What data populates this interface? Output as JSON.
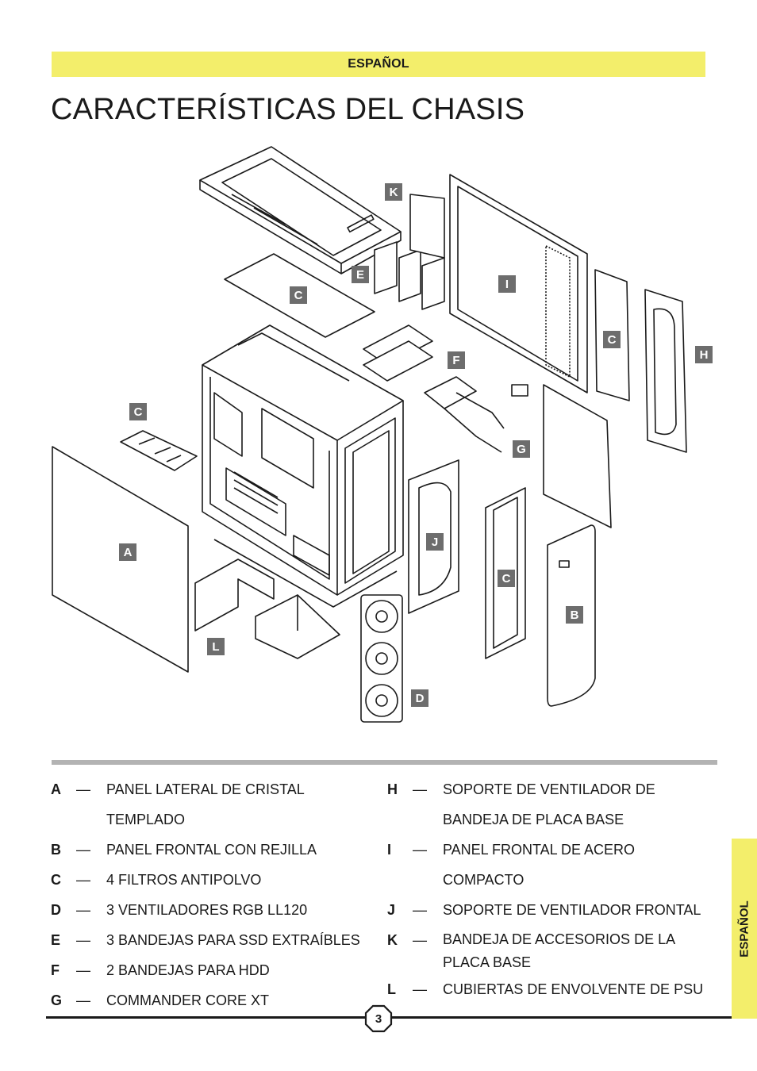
{
  "header": {
    "language": "ESPAÑOL"
  },
  "title": "CARACTERÍSTICAS DEL CHASIS",
  "callouts": {
    "K": "K",
    "E": "E",
    "C": "C",
    "I": "I",
    "F": "F",
    "H": "H",
    "G": "G",
    "A": "A",
    "J": "J",
    "B": "B",
    "L": "L",
    "D": "D"
  },
  "legend_left": [
    {
      "letter": "A",
      "dash": "—",
      "lines": [
        "PANEL LATERAL DE CRISTAL",
        "TEMPLADO"
      ]
    },
    {
      "letter": "B",
      "dash": "—",
      "lines": [
        "PANEL FRONTAL CON REJILLA"
      ]
    },
    {
      "letter": "C",
      "dash": "—",
      "lines": [
        "4 FILTROS ANTIPOLVO"
      ]
    },
    {
      "letter": "D",
      "dash": "—",
      "lines": [
        "3 VENTILADORES RGB LL120"
      ]
    },
    {
      "letter": "E",
      "dash": "—",
      "lines": [
        "3 BANDEJAS PARA SSD EXTRAÍBLES"
      ]
    },
    {
      "letter": "F",
      "dash": "—",
      "lines": [
        "2 BANDEJAS PARA HDD"
      ]
    },
    {
      "letter": "G",
      "dash": "—",
      "lines": [
        "COMMANDER CORE XT"
      ]
    }
  ],
  "legend_right": [
    {
      "letter": "H",
      "dash": "—",
      "lines": [
        "SOPORTE DE VENTILADOR DE",
        "BANDEJA DE PLACA BASE"
      ]
    },
    {
      "letter": "I",
      "dash": "—",
      "lines": [
        "PANEL FRONTAL DE ACERO",
        "COMPACTO"
      ]
    },
    {
      "letter": "J",
      "dash": "—",
      "lines": [
        "SOPORTE DE VENTILADOR FRONTAL"
      ]
    },
    {
      "letter": "K",
      "dash": "—",
      "lines": [
        "BANDEJA DE ACCESORIOS DE LA",
        "PLACA BASE"
      ]
    },
    {
      "letter": "L",
      "dash": "—",
      "lines": [
        "CUBIERTAS DE ENVOLVENTE DE PSU"
      ]
    }
  ],
  "page_number": "3",
  "side_tab": {
    "language": "ESPAÑOL"
  }
}
